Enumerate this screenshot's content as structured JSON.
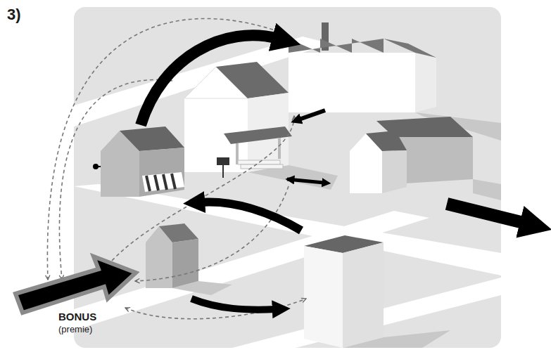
{
  "diagram": {
    "labels": [
      "3)",
      "BONUS",
      "(premie)"
    ]
  }
}
